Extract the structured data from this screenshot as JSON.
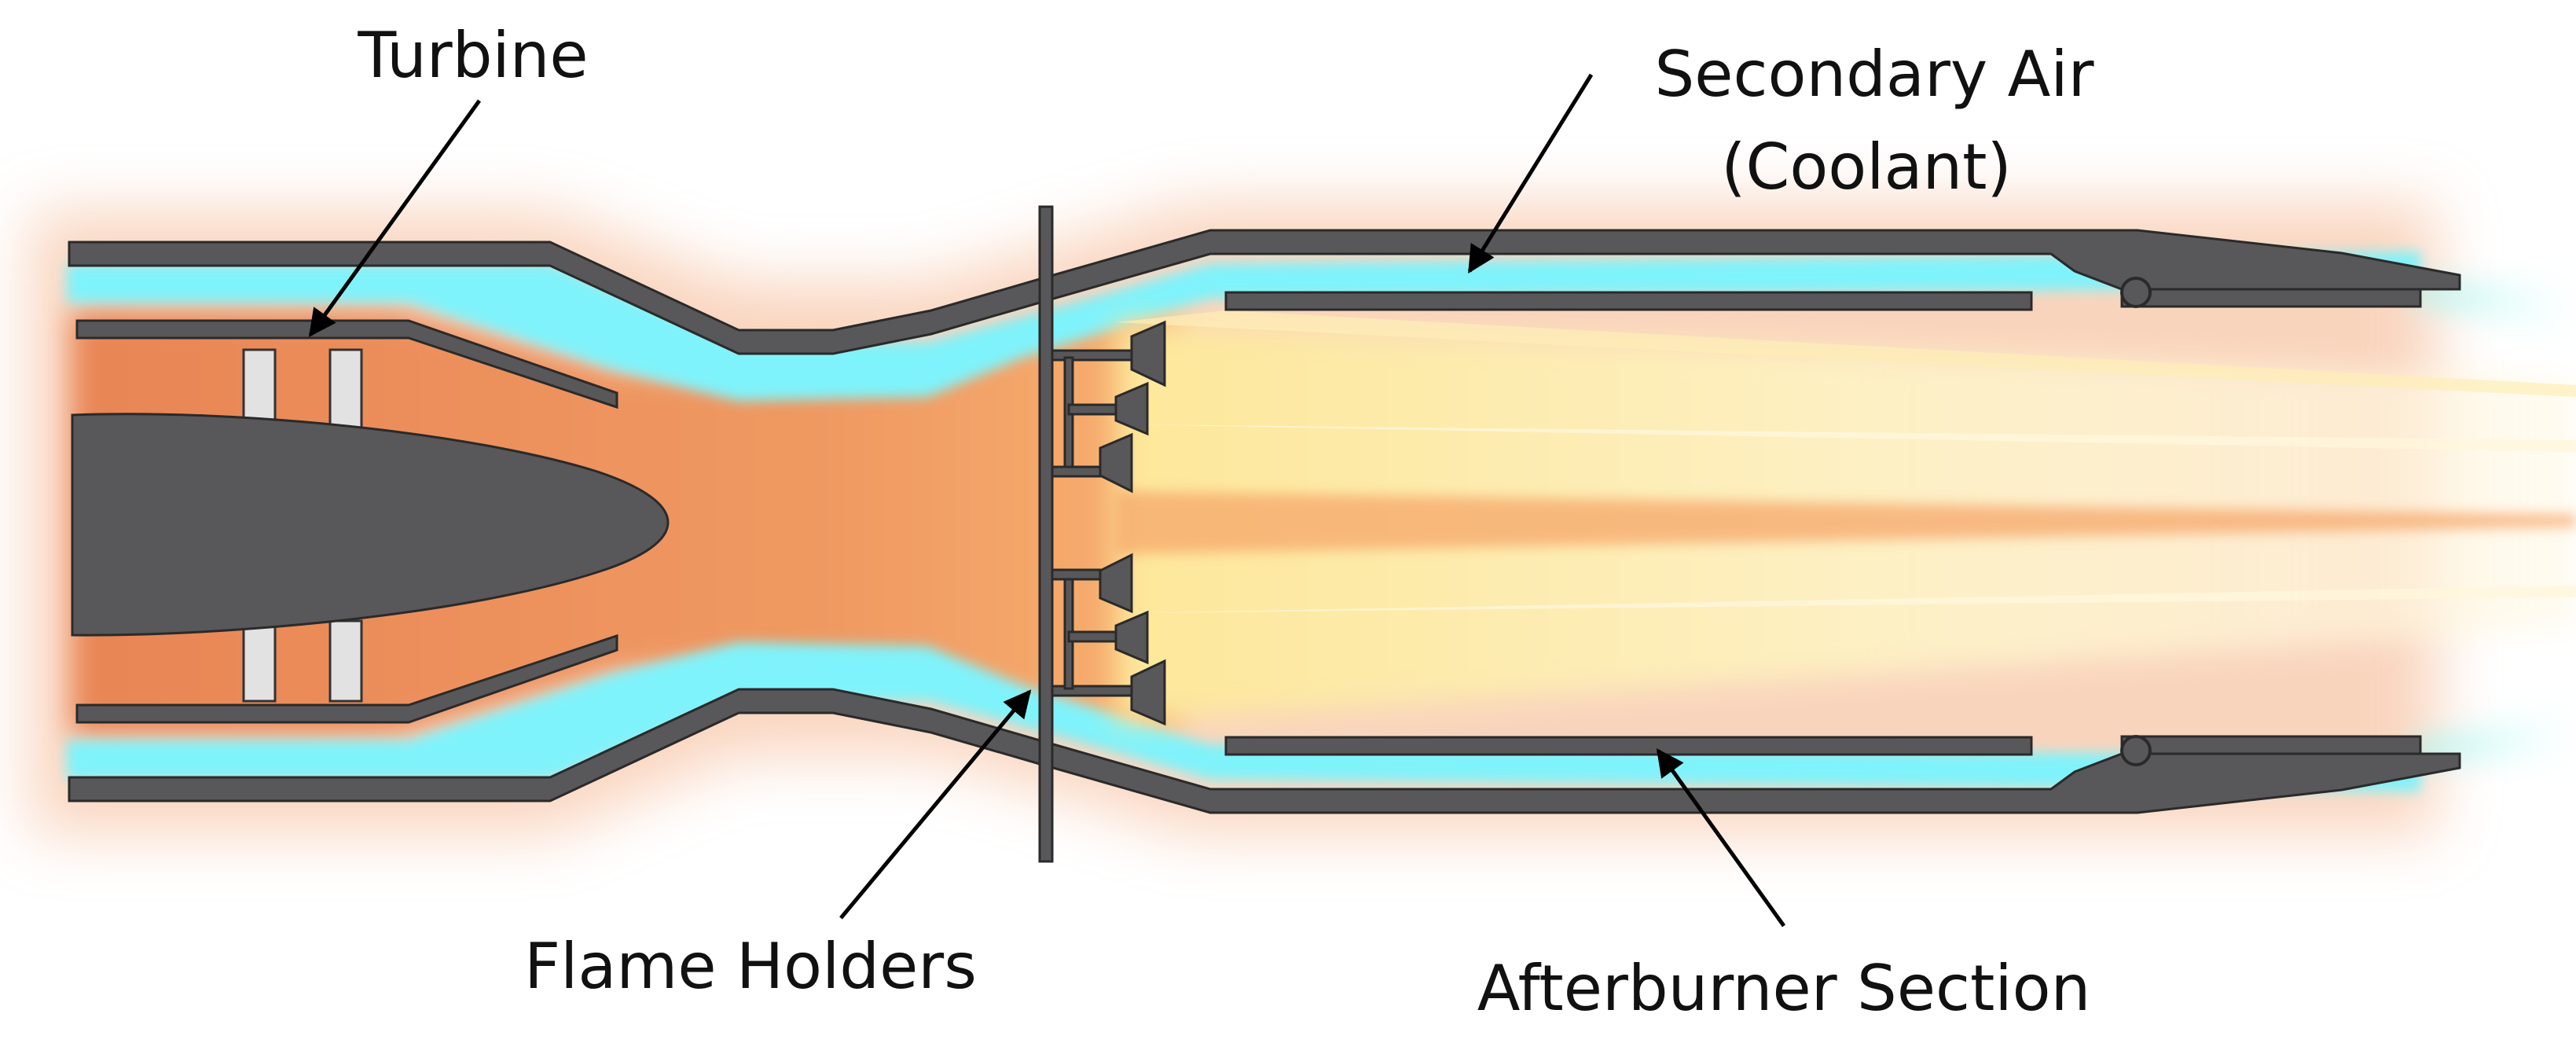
{
  "labels": {
    "turbine": "Turbine",
    "secondary_air_line1": "Secondary Air",
    "secondary_air_line2": "(Coolant)",
    "flame_holders": "Flame Holders",
    "afterburner_section": "Afterburner Section"
  },
  "colors": {
    "casing": "#58585a",
    "casing_stroke": "#2a2a2a",
    "coolant": "#7ff3fb",
    "hot_gas": "#ec8656",
    "afterburner_flame": "#fdf0bc",
    "turbine_blade": "#e2e2e2",
    "arrow": "#000000"
  }
}
